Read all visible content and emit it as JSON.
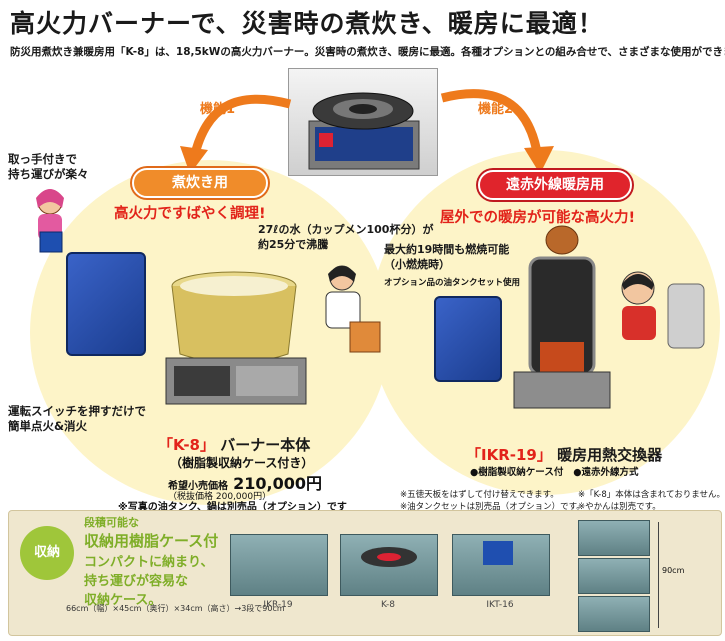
{
  "header": {
    "headline": "高火力バーナーで、災害時の煮炊き、暖房に最適！",
    "subline": "防災用煮炊き兼暖房用「K-8」は、18,5kWの高火力バーナー。災害時の煮炊き、暖房に最適。各種オプションとの組み合せで、さまざまな使用ができます！"
  },
  "functions": {
    "left_label": "機能1",
    "right_label": "機能2"
  },
  "left_panel": {
    "badge": "煮炊き用",
    "catch": "高火力ですばやく調理!",
    "handle_note_1": "取っ手付きで",
    "handle_note_2": "持ち運びが楽々",
    "water_note_1": "27ℓの水（カップメン100杯分）が",
    "water_note_2": "約25分で沸騰",
    "switch_note_1": "運転スイッチを押すだけで",
    "switch_note_2": "簡単点火&消火",
    "product_code": "「K-8」",
    "product_name": "バーナー本体",
    "product_sub": "（樹脂製収納ケース付き）",
    "price_label": "希望小売価格",
    "price_value": "210,000円",
    "price_note": "（税抜価格 200,000円）",
    "photo_note": "※写真の油タンク、鍋は別売品（オプション）です"
  },
  "right_panel": {
    "badge": "遠赤外線暖房用",
    "catch": "屋外での暖房が可能な高火力!",
    "burn_note_1": "最大約19時間も燃焼可能",
    "burn_note_2": "（小燃焼時）",
    "burn_note_3": "オプション品の油タンクセット使用",
    "product_code": "「IKR-19」",
    "product_name": "暖房用熱交換器",
    "feature_1": "●樹脂製収納ケース付",
    "feature_2": "●遠赤外線方式",
    "footnote_1": "※五徳天板をはずして付け替えできます。",
    "footnote_2": "※油タンクセットは別売品（オプション）です。",
    "footnote_3": "※「K-8」本体は含まれておりません。",
    "footnote_4": "※やかんは別売です。"
  },
  "storage": {
    "tag": "収納",
    "line_1": "段積可能な",
    "line_2": "収納用樹脂ケース付",
    "line_3": "コンパクトに納まり、",
    "line_4": "持ち運びが容易な",
    "line_5": "収納ケース。",
    "dims": "66cm（幅）×45cm（奥行）×34cm（高さ）→3段で90cm",
    "captions": [
      "IKR-19",
      "K-8",
      "IKT-16"
    ],
    "height_label": "90cm"
  }
}
